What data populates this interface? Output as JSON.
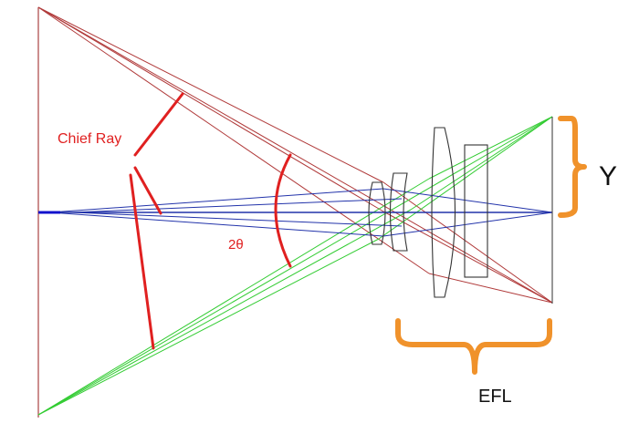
{
  "labels": {
    "chief_ray": "Chief Ray",
    "angle": "2θ",
    "image_height": "Y",
    "focal_length": "EFL"
  },
  "colors": {
    "chief_ray": "#b03a3a",
    "axial_ray": "#2233aa",
    "marginal_ray": "#33cc33",
    "annotation": "#e02020",
    "bracket": "#f0922b",
    "lens": "#333333",
    "object_plane": "#b05050",
    "label_dark": "#111111"
  }
}
